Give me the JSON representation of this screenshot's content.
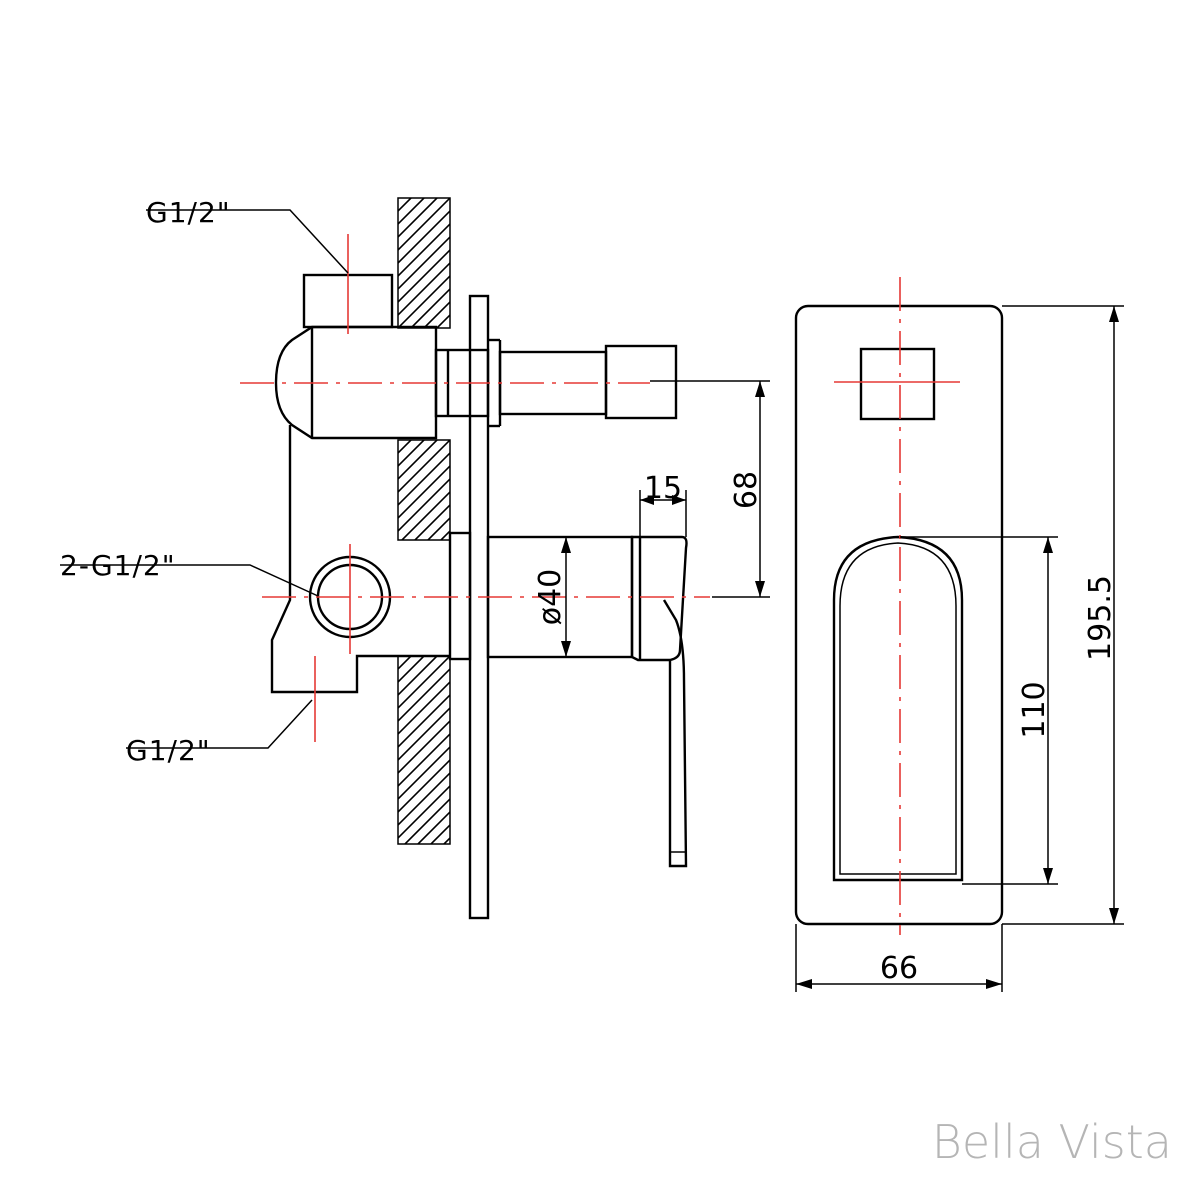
{
  "labels": {
    "inlet_top": "G1/2\"",
    "outlet_side": "2-G1/2\"",
    "inlet_bottom": "G1/2\""
  },
  "dimensions": {
    "handle_thickness": "15",
    "spindle_offset": "68",
    "body_diameter": "ø40",
    "plate_height": "195.5",
    "handle_recess_height": "110",
    "plate_width": "66"
  },
  "brand": "Bella Vista",
  "colors": {
    "line": "#000000",
    "centerline": "#e53935",
    "brand": "#b5b5b5"
  }
}
